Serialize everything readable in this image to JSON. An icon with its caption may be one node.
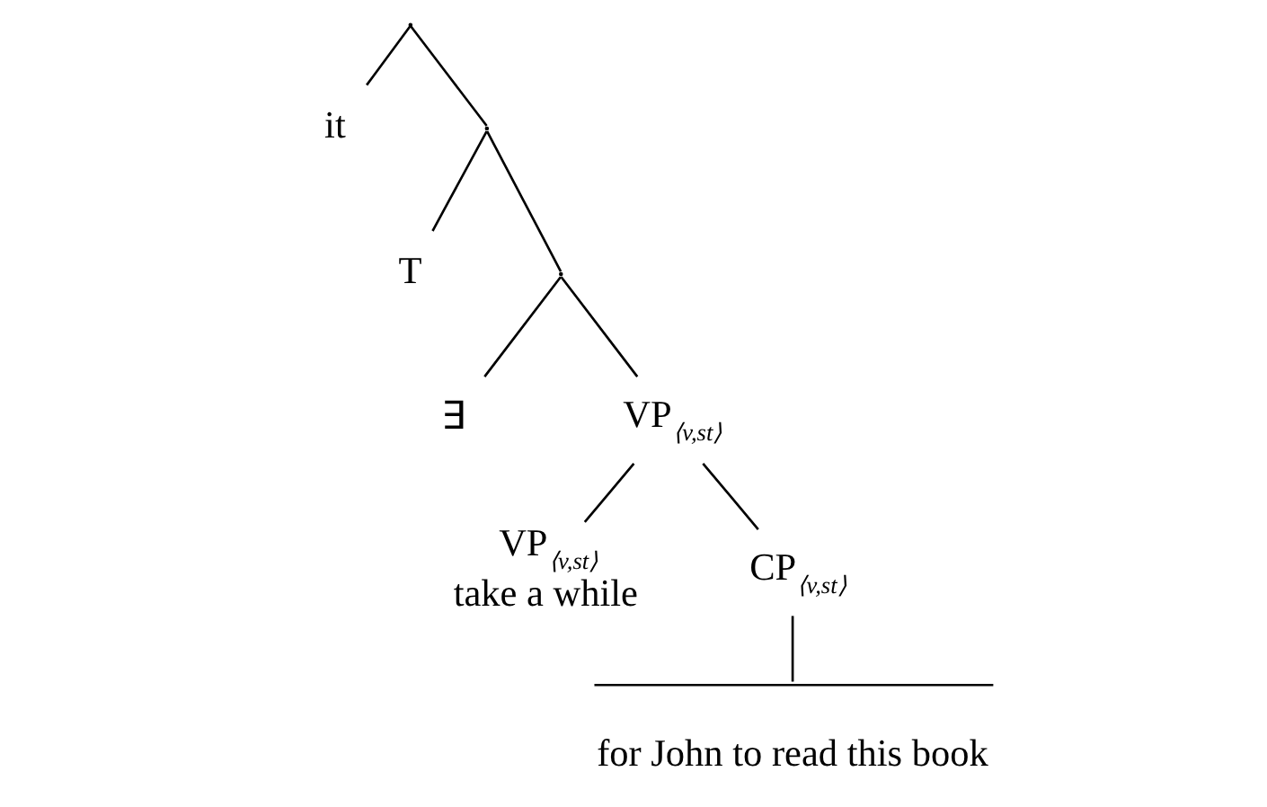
{
  "diagram": {
    "nodes": [
      {
        "text": [],
        "shape": "point"
      },
      {
        "text": [
          "it"
        ]
      },
      {
        "text": [],
        "shape": "point"
      },
      {
        "text": [
          "T"
        ]
      },
      {
        "text": [],
        "shape": "point"
      },
      {
        "text": [
          "∃"
        ]
      },
      {
        "text": [
          "VP$_{⟨v,st⟩}$"
        ]
      },
      {
        "text": [
          "VP$_{⟨v,st⟩}$",
          "take a while"
        ]
      },
      {
        "text": [
          "CP$_{⟨v,st⟩}$"
        ]
      },
      {
        "text": [
          "for John to read this book"
        ]
      }
    ],
    "edges": [
      {
        "from": 0,
        "to": 1,
        "arrow": "none"
      },
      {
        "from": 0,
        "to": 2,
        "arrow": "none"
      },
      {
        "from": 2,
        "to": 3,
        "arrow": "none"
      },
      {
        "from": 2,
        "to": 4,
        "arrow": "none"
      },
      {
        "from": 4,
        "to": 5,
        "arrow": "none"
      },
      {
        "from": 4,
        "to": 6,
        "arrow": "none"
      },
      {
        "from": 6,
        "to": 7,
        "arrow": "none"
      },
      {
        "from": 6,
        "to": 8,
        "arrow": "none"
      },
      {
        "from": 8,
        "to": 9,
        "arrow": "none"
      }
    ]
  }
}
